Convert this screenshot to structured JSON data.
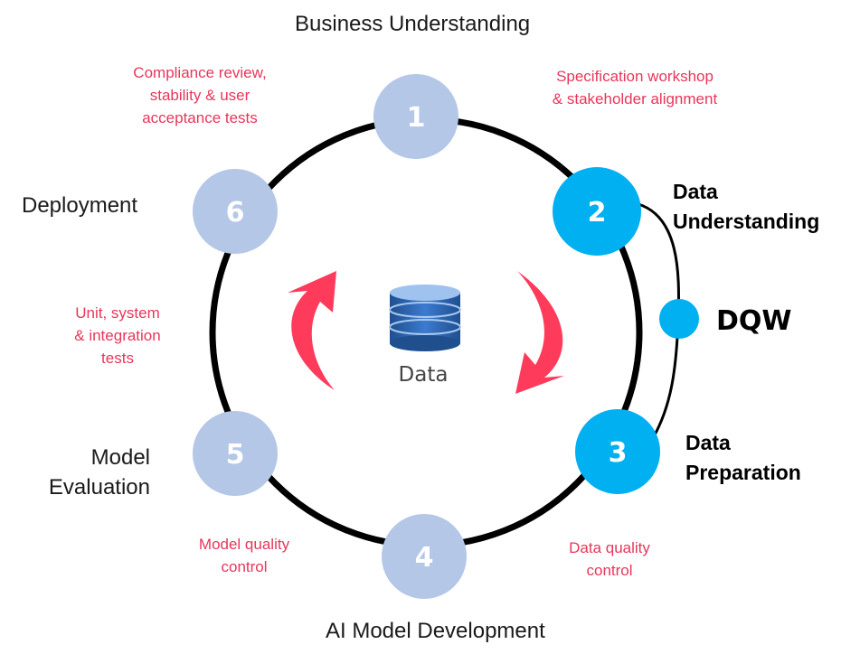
{
  "steps": [
    {
      "num": "1",
      "phase": "Business Understanding",
      "note": "Specification workshop\n& stakeholder alignment",
      "color": "#b4c7e7"
    },
    {
      "num": "2",
      "phase": "Data\nUnderstanding",
      "note": "",
      "color": "#00b0f0"
    },
    {
      "num": "3",
      "phase": "Data\nPreparation",
      "note": "Data quality\ncontrol",
      "color": "#00b0f0"
    },
    {
      "num": "4",
      "phase": "AI Model Development",
      "note": "Model quality\ncontrol",
      "color": "#b4c7e7"
    },
    {
      "num": "5",
      "phase": "Model\nEvaluation",
      "note": "Unit, system\n& integration\ntests",
      "color": "#b4c7e7"
    },
    {
      "num": "6",
      "phase": "Deployment",
      "note": "Compliance review,\nstability & user\nacceptance tests",
      "color": "#b4c7e7"
    }
  ],
  "center": {
    "label": "Data",
    "icon": "database-icon"
  },
  "dqw": {
    "label": "DQW",
    "color": "#00b0f0"
  },
  "colors": {
    "ring": "#000000",
    "arrow": "#ff3b5c",
    "note": "#e8365a"
  }
}
